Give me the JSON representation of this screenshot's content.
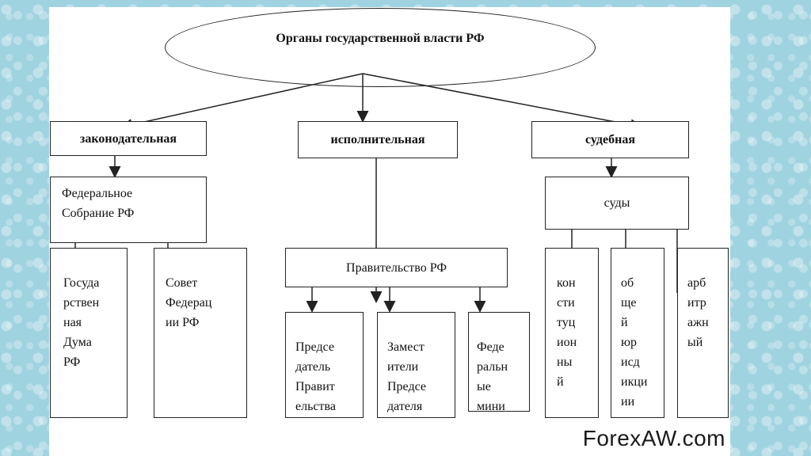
{
  "diagram": {
    "root": "Органы государственной власти РФ",
    "branches": {
      "legislative": "законодательная",
      "executive": "исполнительная",
      "judicial": "судебная"
    },
    "legislative": {
      "assembly": "Федеральное\nСобрание РФ",
      "duma": "Госуда\nрствен\nная\nДума\nРФ",
      "council": "Совет\nФедерац\nии РФ"
    },
    "executive": {
      "government": "Правительство РФ",
      "chairman": "Предсе\nдатель\nПравит\nельства",
      "deputies": "Замест\nители\nПредсе\nдателя",
      "ministries": "Феде\nральн\nые\nмини\nстры"
    },
    "judicial": {
      "courts": "суды",
      "constitutional": "кон\nсти\nтуц\nион\nны\nй",
      "general": "об\nще\nй\nюр\nисд\nикци\nии",
      "arbitration": "арб\nитр\nажн\nый"
    }
  },
  "watermark": "ForexAW.com",
  "colors": {
    "background": "#9fd3e0",
    "slide": "#ffffff",
    "line": "#222222"
  }
}
